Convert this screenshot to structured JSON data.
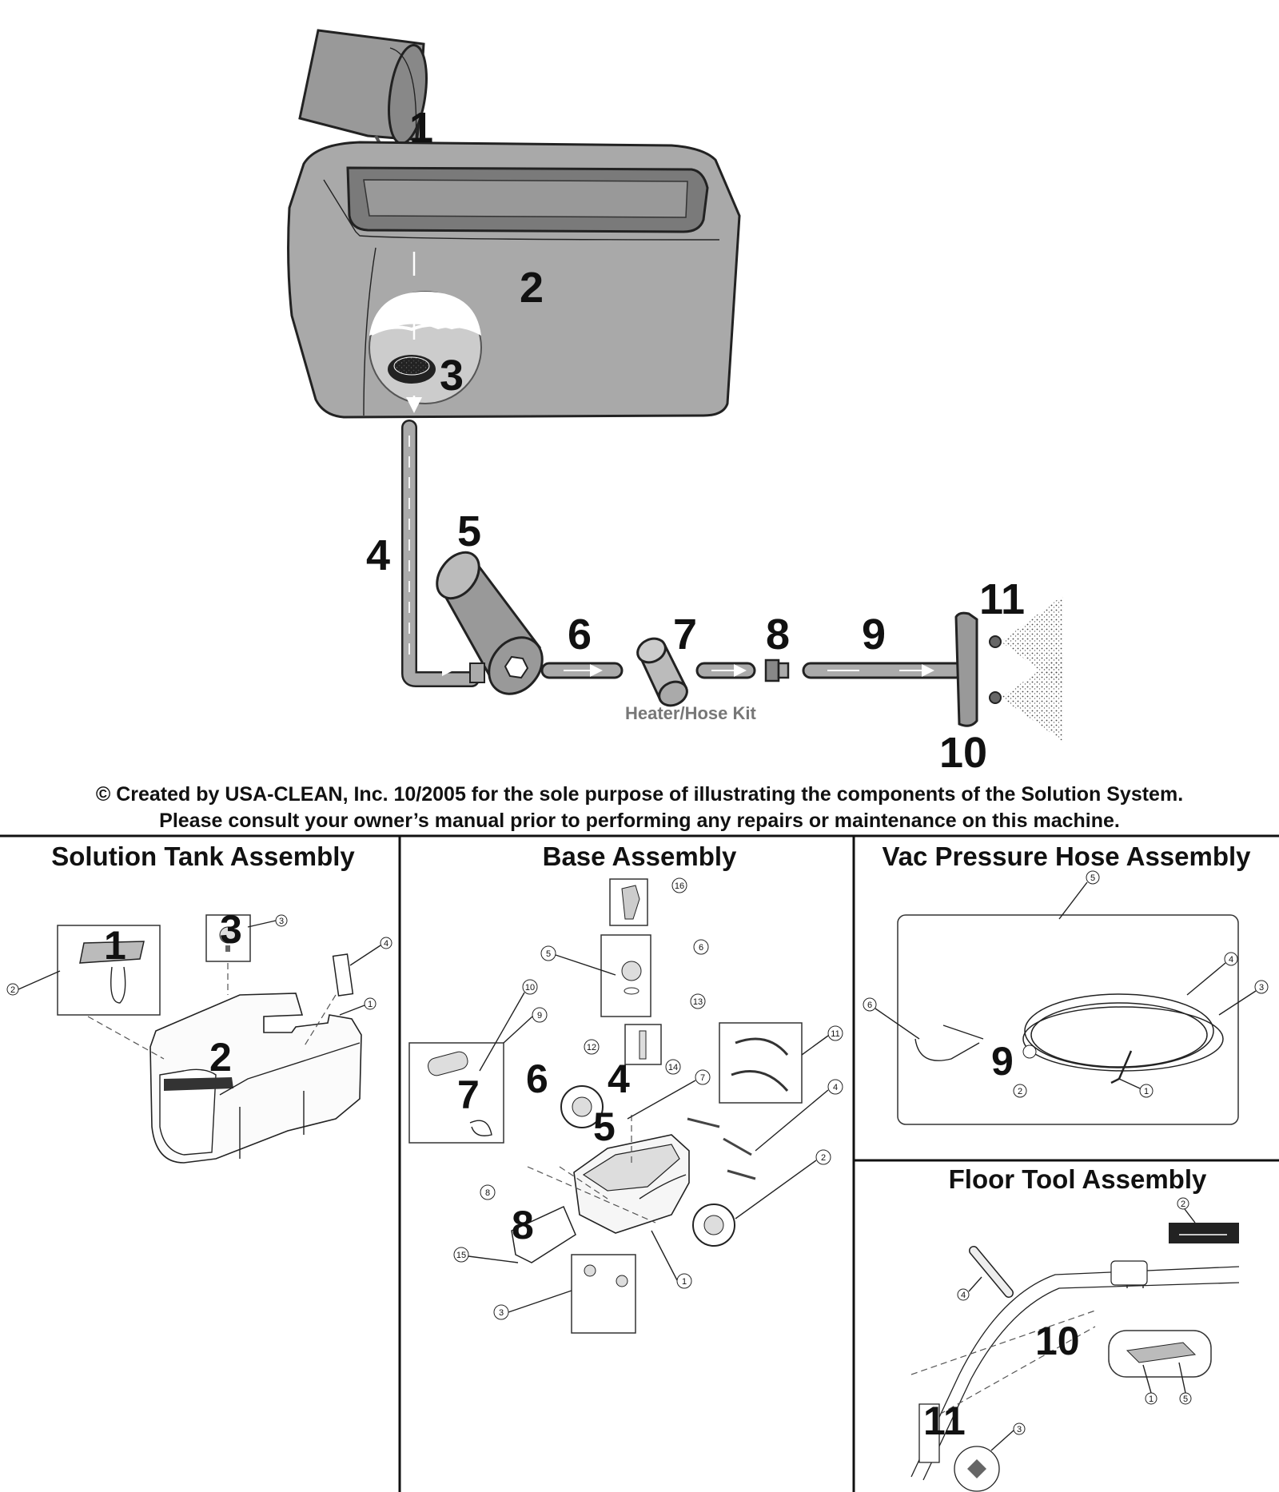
{
  "flow": {
    "labels": [
      "1",
      "2",
      "3",
      "4",
      "5",
      "6",
      "7",
      "8",
      "9",
      "10",
      "11"
    ],
    "heater_caption": "Heater/Hose Kit"
  },
  "notice": {
    "line1": "© Created by USA-CLEAN, Inc. 10/2005 for the sole purpose of illustrating the components of the Solution System.",
    "line2": "Please consult your owner’s manual prior to performing any repairs or maintenance on this machine."
  },
  "panels": {
    "solution_tank": {
      "title": "Solution Tank Assembly",
      "big_labels": [
        "1",
        "2",
        "3"
      ],
      "callouts": [
        "1",
        "2",
        "3",
        "4"
      ]
    },
    "base": {
      "title": "Base Assembly",
      "big_labels": [
        "4",
        "5",
        "6",
        "7",
        "8"
      ],
      "callouts": [
        "1",
        "2",
        "3",
        "4",
        "5",
        "6",
        "7",
        "8",
        "9",
        "10",
        "11",
        "12",
        "13",
        "14",
        "15",
        "16"
      ]
    },
    "vac_hose": {
      "title": "Vac Pressure Hose Assembly",
      "big_labels": [
        "9"
      ],
      "callouts": [
        "1",
        "2",
        "3",
        "4",
        "5",
        "6"
      ]
    },
    "floor_tool": {
      "title": "Floor Tool Assembly",
      "big_labels": [
        "10",
        "11"
      ],
      "callouts": [
        "1",
        "2",
        "3",
        "4",
        "5"
      ]
    }
  }
}
